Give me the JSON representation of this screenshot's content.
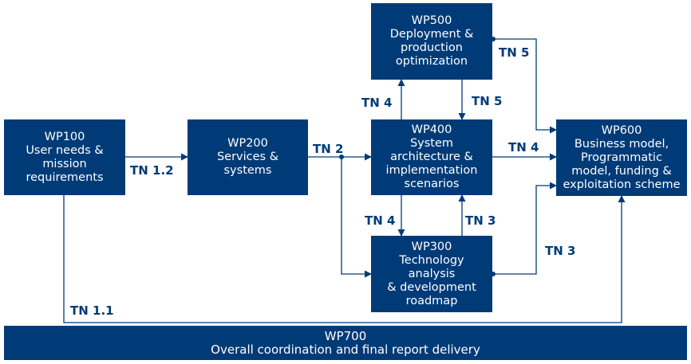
{
  "boxes": {
    "wp100": "WP100\nUser needs &\nmission\nrequirements",
    "wp200": "WP200\nServices &\nsystems",
    "wp300": "WP300\nTechnology\nanalysis\n& development\nroadmap",
    "wp400": "WP400\nSystem\narchitecture &\nimplementation\nscenarios",
    "wp500": "WP500\nDeployment &\nproduction\noptimization",
    "wp600": "WP600\nBusiness model,\nProgrammatic\nmodel, funding &\nexploitation scheme",
    "wp700": "WP700\nOverall coordination and final report delivery"
  },
  "labels": {
    "tn_1_2": "TN 1.2",
    "tn_1_1": "TN 1.1",
    "tn_2": "TN 2",
    "tn_4_wp400_to_wp500": "TN 4",
    "tn_5_wp500_to_wp400": "TN 5",
    "tn_5_wp500_to_wp600": "TN 5",
    "tn_4_wp400_to_wp600": "TN 4",
    "tn_4_wp400_to_wp300": "TN 4",
    "tn_3_wp300_to_wp400": "TN 3",
    "tn_3_wp300_to_wp600": "TN 3"
  },
  "colors": {
    "box_fill": "#003b78",
    "box_text": "#ffffff",
    "arrow": "#003b78"
  }
}
